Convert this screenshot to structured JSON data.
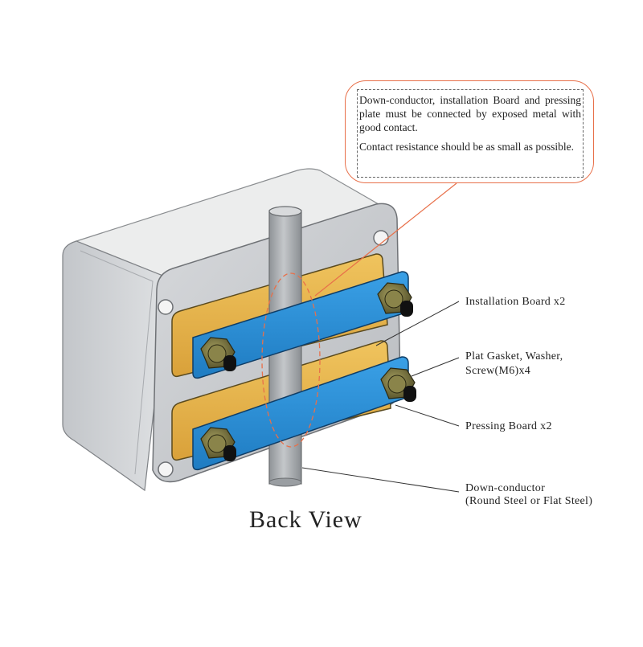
{
  "note": {
    "paragraph1": "Down-conductor, installation Board and pressing plate must be connected by exposed metal with good contact.",
    "paragraph2": "Contact resistance should be as small as possible."
  },
  "labels": {
    "installation_board": "Installation Board x2",
    "gasket_line1": "Plat Gasket, Washer,",
    "gasket_line2": "Screw(M6)x4",
    "pressing_board": "Pressing Board x2",
    "down_conductor_line1": "Down-conductor",
    "down_conductor_line2": "(Round Steel or Flat Steel)"
  },
  "caption": "Back View",
  "colors": {
    "enclosure": "#c9ccd0",
    "installation_board": "#e8b54a",
    "pressing_board": "#2b8fd6",
    "bolt": "#6f6a3a",
    "conductor": "#9ea2a6",
    "callout": "#e8704a"
  }
}
